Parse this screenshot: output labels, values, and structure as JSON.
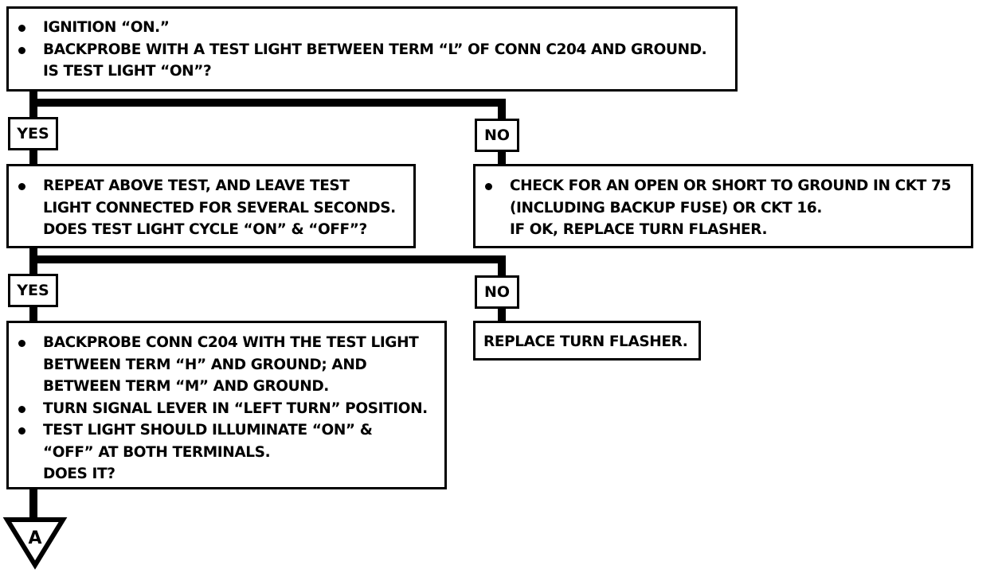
{
  "step1": {
    "bullets": [
      "IGNITION “ON.”",
      "BACKPROBE WITH A TEST LIGHT BETWEEN TERM “L” OF CONN C204 AND GROUND."
    ],
    "question": "IS TEST LIGHT “ON”?"
  },
  "branch1": {
    "yes": "YES",
    "no": "NO"
  },
  "step2_yes": {
    "lines": [
      "REPEAT ABOVE TEST, AND LEAVE TEST",
      "LIGHT CONNECTED FOR SEVERAL SECONDS.",
      "DOES TEST LIGHT CYCLE “ON” & “OFF”?"
    ]
  },
  "step2_no": {
    "lines": [
      "CHECK FOR AN OPEN OR SHORT TO GROUND IN CKT 75",
      "(INCLUDING BACKUP FUSE) OR CKT 16.",
      "IF OK, REPLACE TURN FLASHER."
    ]
  },
  "branch2": {
    "yes": "YES",
    "no": "NO"
  },
  "step3_yes": {
    "b1": [
      "BACKPROBE CONN C204 WITH THE TEST LIGHT",
      "BETWEEN TERM “H” AND GROUND; AND",
      "BETWEEN TERM “M” AND GROUND."
    ],
    "b2": "TURN SIGNAL LEVER IN “LEFT TURN” POSITION.",
    "b3": [
      "TEST LIGHT SHOULD ILLUMINATE “ON” &",
      "“OFF” AT BOTH TERMINALS."
    ],
    "question": "DOES IT?"
  },
  "step3_no": {
    "text": "REPLACE TURN FLASHER."
  },
  "connector": {
    "label": "A"
  }
}
